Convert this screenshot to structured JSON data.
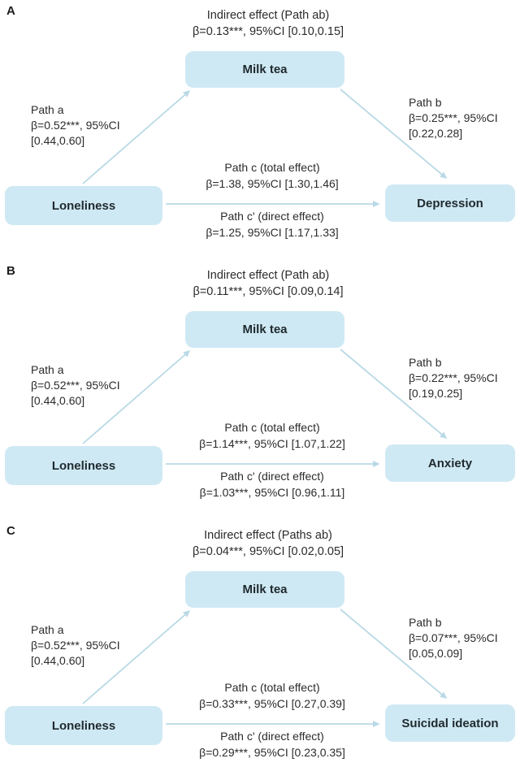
{
  "colors": {
    "box_fill": "#cfe9f4",
    "arrow": "#b9d9e6",
    "text": "#2d2d2d"
  },
  "panels": [
    {
      "label": "A",
      "indirect_title": "Indirect effect (Path ab)",
      "indirect_value": "β=0.13***, 95%CI [0.10,0.15]",
      "mediator": "Milk tea",
      "path_a_label": "Path a",
      "path_a_line1": "β=0.52***, 95%CI",
      "path_a_line2": "[0.44,0.60]",
      "path_b_label": "Path b",
      "path_b_line1": "β=0.25***, 95%CI",
      "path_b_line2": "[0.22,0.28]",
      "path_c_title": "Path c (total effect)",
      "path_c_value": "β=1.38, 95%CI [1.30,1.46]",
      "path_cprime_title": "Path c' (direct effect)",
      "path_cprime_value": "β=1.25, 95%CI [1.17,1.33]",
      "predictor": "Loneliness",
      "outcome": "Depression"
    },
    {
      "label": "B",
      "indirect_title": "Indirect effect (Path ab)",
      "indirect_value": "β=0.11***, 95%CI [0.09,0.14]",
      "mediator": "Milk tea",
      "path_a_label": "Path a",
      "path_a_line1": "β=0.52***, 95%CI",
      "path_a_line2": "[0.44,0.60]",
      "path_b_label": "Path b",
      "path_b_line1": "β=0.22***, 95%CI",
      "path_b_line2": "[0.19,0.25]",
      "path_c_title": "Path c (total effect)",
      "path_c_value": "β=1.14***, 95%CI [1.07,1.22]",
      "path_cprime_title": "Path c' (direct effect)",
      "path_cprime_value": "β=1.03***, 95%CI [0.96,1.11]",
      "predictor": "Loneliness",
      "outcome": "Anxiety"
    },
    {
      "label": "C",
      "indirect_title": "Indirect effect (Paths ab)",
      "indirect_value": "β=0.04***, 95%CI [0.02,0.05]",
      "mediator": "Milk tea",
      "path_a_label": "Path a",
      "path_a_line1": "β=0.52***, 95%CI",
      "path_a_line2": "[0.44,0.60]",
      "path_b_label": "Path b",
      "path_b_line1": "β=0.07***, 95%CI",
      "path_b_line2": "[0.05,0.09]",
      "path_c_title": "Path c (total effect)",
      "path_c_value": "β=0.33***, 95%CI [0.27,0.39]",
      "path_cprime_title": "Path c' (direct effect)",
      "path_cprime_value": "β=0.29***, 95%CI [0.23,0.35]",
      "predictor": "Loneliness",
      "outcome": "Suicidal ideation"
    }
  ]
}
